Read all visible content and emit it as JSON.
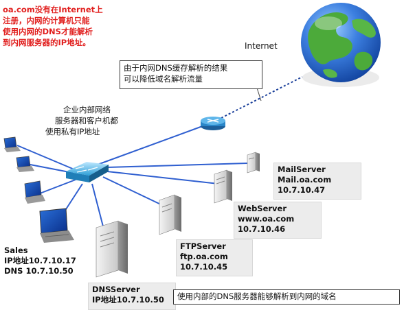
{
  "notes": {
    "registration_note": [
      "oa.com没有在Internet上",
      "注册，内网的计算机只能",
      "使用内网的DNS才能解析",
      "到内网服务器的IP地址。"
    ],
    "internet_label": "Internet",
    "dns_cache_callout": [
      "由于内网DNS缓存解析的结果",
      "可以降低域名解析流量"
    ],
    "enterprise_note": [
      "企业内部网络",
      "服务器和客户机都",
      "使用私有IP地址"
    ],
    "internal_dns_callout": "使用内部的DNS服务器能够解析到内网的域名"
  },
  "servers": {
    "mail": [
      "MailServer",
      "Mail.oa.com",
      "10.7.10.47"
    ],
    "web": [
      "WebServer",
      "www.oa.com",
      "10.7.10.46"
    ],
    "ftp": [
      "FTPServer",
      "ftp.oa.com",
      "10.7.10.45"
    ],
    "dns": [
      "DNSServer",
      "IP地址10.7.10.50"
    ]
  },
  "client": [
    "Sales",
    "IP地址10.7.10.17",
    "DNS 10.7.10.50"
  ],
  "colors": {
    "note_red": "#e1201f",
    "cable_blue": "#2f5fd0",
    "dotted_link": "#1a3f9a",
    "switch_blue": "#2e9fd6",
    "router_blue": "#2a86c8",
    "globe_ocean": "#2f6fd0",
    "globe_land": "#4caa3a",
    "server_box_bg": "#ececec"
  },
  "icons": [
    "globe-icon",
    "router-icon",
    "switch-icon",
    "laptop-icon",
    "server-icon"
  ]
}
